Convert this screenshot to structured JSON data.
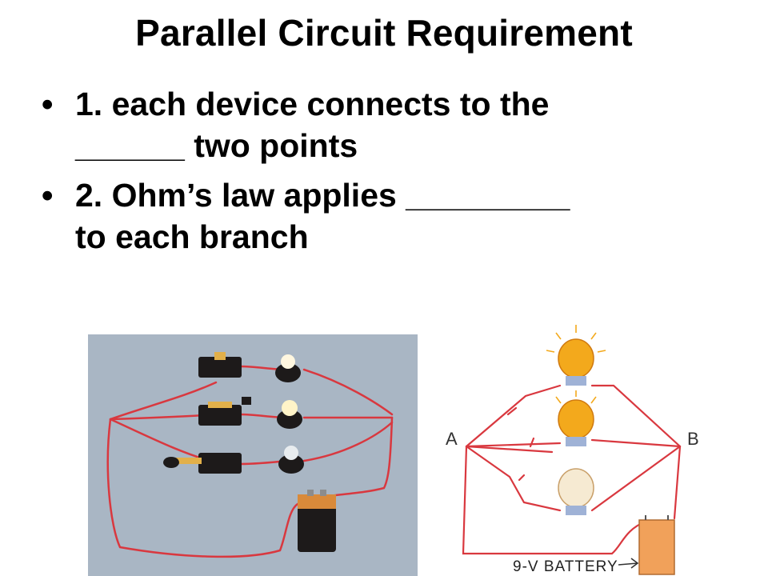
{
  "slide": {
    "title": "Parallel Circuit Requirement",
    "bullet_char": "•",
    "bullets": [
      {
        "line1": "1. each device connects to the",
        "line2": "______ two points"
      },
      {
        "line1": "2. Ohm’s law applies _________",
        "line2": "to each branch"
      }
    ]
  },
  "diagram": {
    "point_a": "A",
    "point_b": "B",
    "battery_label": "9-V BATTERY"
  },
  "colors": {
    "wire": "#d9383f",
    "photo_background": "#a9b6c4",
    "bulb_glow": "#f3a91c",
    "bulb_off": "#f6ead2",
    "battery": "#f1a15a"
  }
}
